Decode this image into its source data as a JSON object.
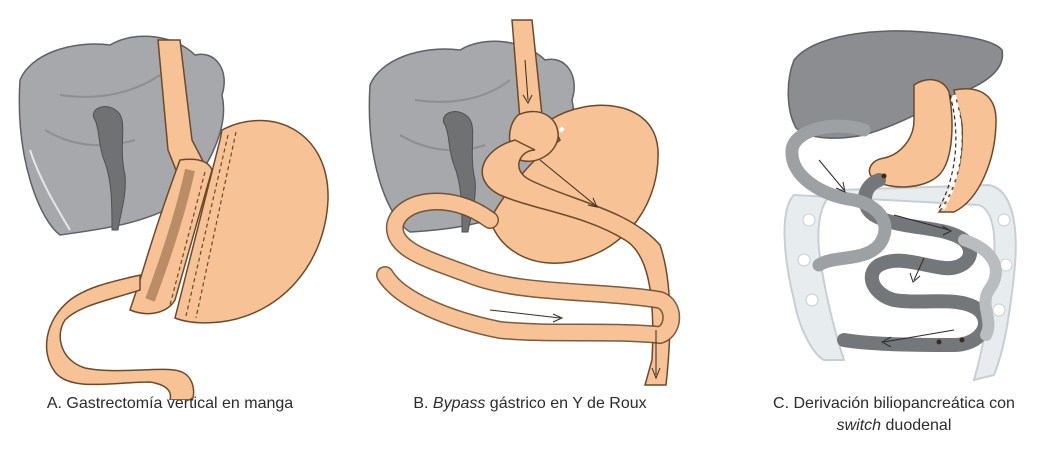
{
  "colors": {
    "stomach": "#f7c296",
    "stomach_outline": "#6b4a2a",
    "liver": "#a6a8ab",
    "liver_dark": "#7e8083",
    "gallbladder": "#6f7173",
    "intestine_light": "#e7ecef",
    "intestine_mid": "#b9bdc0",
    "intestine_dark": "#74777a"
  },
  "panels": [
    {
      "id": "A",
      "caption_prefix": "A. ",
      "caption_text": "Gastrectomía vertical en manga",
      "icon": "sleeve-gastrectomy-illustration"
    },
    {
      "id": "B",
      "caption_prefix": "B. ",
      "caption_italic": "Bypass",
      "caption_text": " gástrico en Y de Roux",
      "icon": "roux-en-y-gastric-bypass-illustration"
    },
    {
      "id": "C",
      "caption_line1": "C. Derivación biliopancreática con",
      "caption_italic": "switch",
      "caption_text": " duodenal",
      "icon": "biliopancreatic-diversion-duodenal-switch-illustration"
    }
  ]
}
